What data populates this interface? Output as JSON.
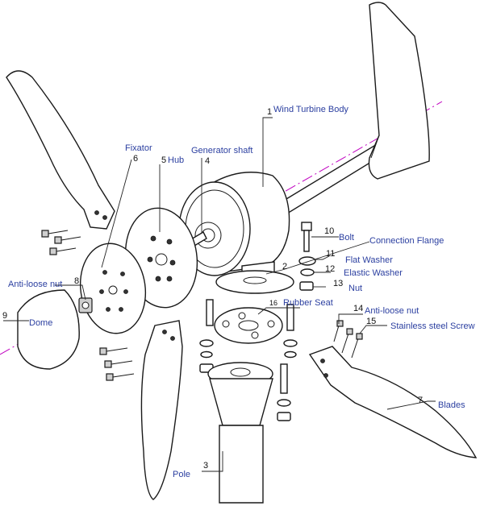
{
  "colors": {
    "line": "#1a1a1a",
    "label_text": "#2b3fa0",
    "axis": "#c000c0"
  },
  "callouts": [
    {
      "id": "wind-turbine-body",
      "number": "1",
      "label": "Wind Turbine Body"
    },
    {
      "id": "connection-flange",
      "number": "2",
      "label": "Connection Flange"
    },
    {
      "id": "pole",
      "number": "3",
      "label": "Pole"
    },
    {
      "id": "generator-shaft",
      "number": "4",
      "label": "Generator shaft"
    },
    {
      "id": "hub",
      "number": "5",
      "label": "Hub"
    },
    {
      "id": "fixator",
      "number": "6",
      "label": "Fixator"
    },
    {
      "id": "blades",
      "number": "7",
      "label": "Blades"
    },
    {
      "id": "anti-loose-nut-left",
      "number": "8",
      "label": "Anti-loose nut"
    },
    {
      "id": "dome",
      "number": "9",
      "label": "Dome"
    },
    {
      "id": "bolt",
      "number": "10",
      "label": "Bolt"
    },
    {
      "id": "flat-washer",
      "number": "11",
      "label": "Flat Washer"
    },
    {
      "id": "elastic-washer",
      "number": "12",
      "label": "Elastic Washer"
    },
    {
      "id": "nut",
      "number": "13",
      "label": "Nut"
    },
    {
      "id": "anti-loose-nut-right",
      "number": "14",
      "label": "Anti-loose nut"
    },
    {
      "id": "stainless-steel-screw",
      "number": "15",
      "label": "Stainless steel Screw"
    },
    {
      "id": "rubber-seat",
      "number": "16",
      "label": "Rubber Seat"
    }
  ]
}
